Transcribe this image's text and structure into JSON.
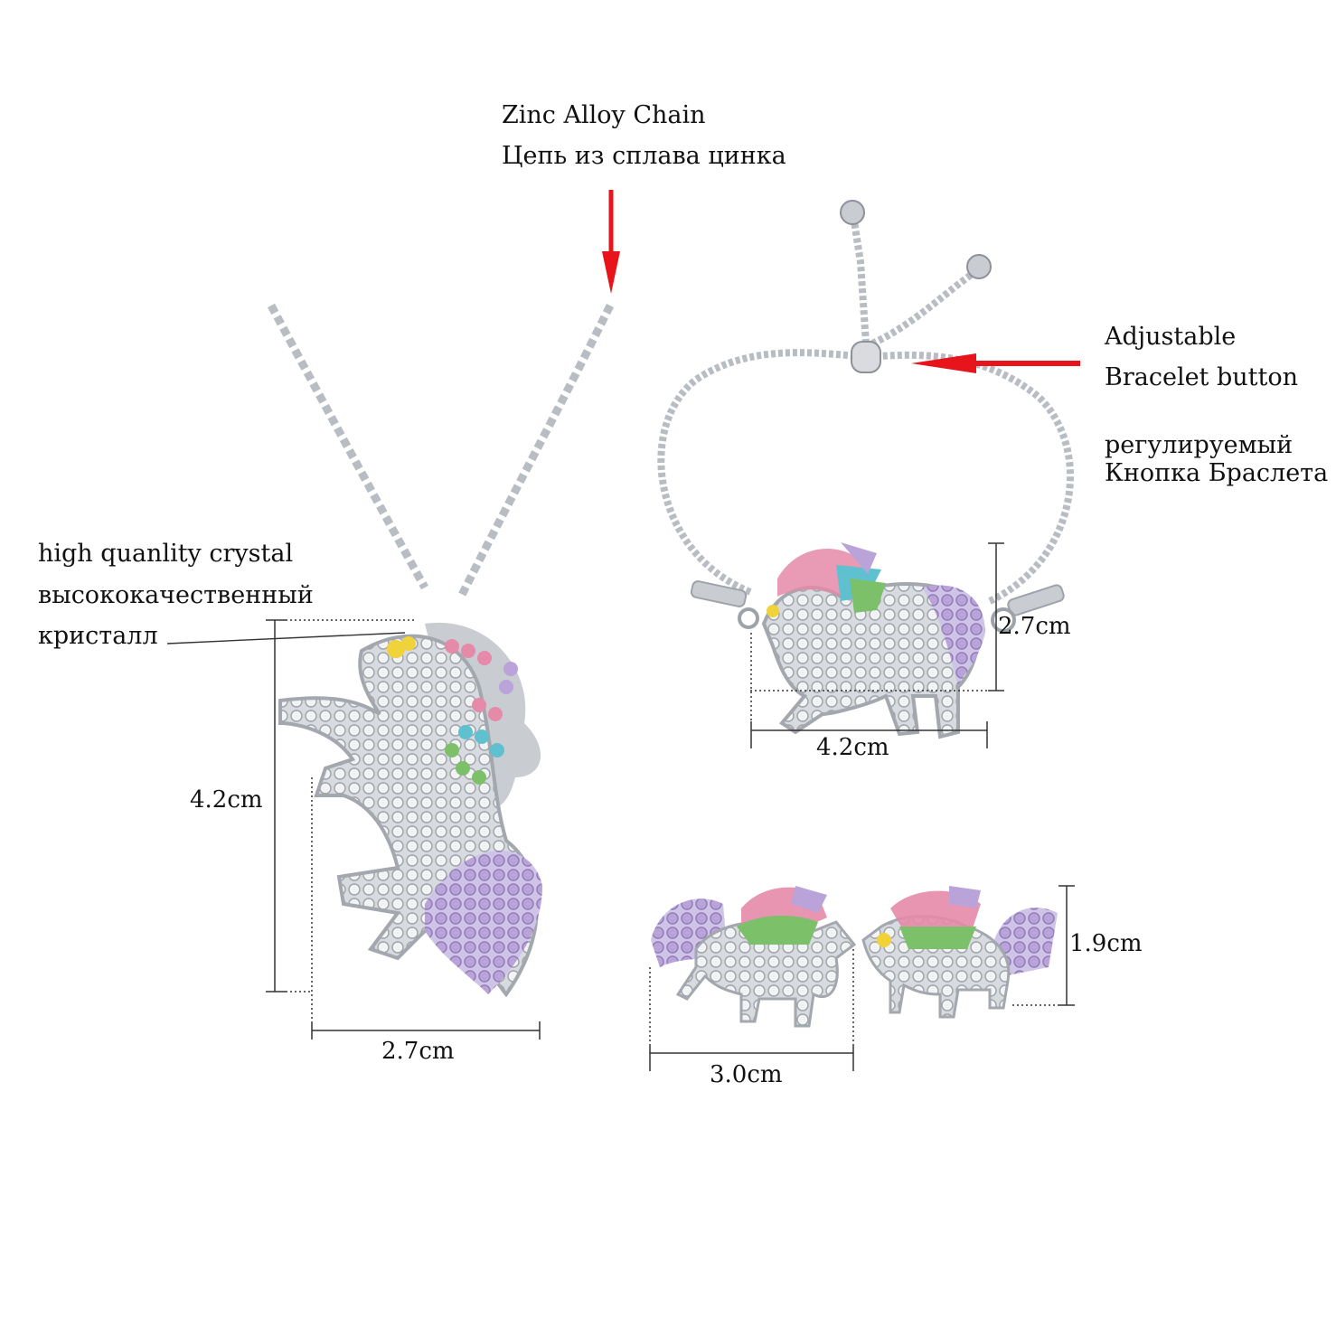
{
  "labels": {
    "chain_en": "Zinc Alloy Chain",
    "chain_ru": "Цепь из сплава цинка",
    "crystal_en": "high quanlity crystal",
    "crystal_ru_1": "высококачественный",
    "crystal_ru_2": "кристалл",
    "button_en_1": "Adjustable",
    "button_en_2": "Bracelet button",
    "button_ru_1": "регулируемый",
    "button_ru_2": "Кнопка Браслета"
  },
  "dimensions": {
    "necklace_height": "4.2cm",
    "necklace_width": "2.7cm",
    "bracelet_height": "2.7cm",
    "bracelet_width": "4.2cm",
    "earring_height": "1.9cm",
    "earring_width": "3.0cm"
  },
  "colors": {
    "arrow": "#e8141c",
    "silver": "#c9ccd1",
    "crystal": "#e4e6ea",
    "pink": "#e58aa8",
    "purple": "#b9a3d9",
    "green": "#7cc06a",
    "teal": "#5fc0cf",
    "yellow": "#f0d23a"
  }
}
